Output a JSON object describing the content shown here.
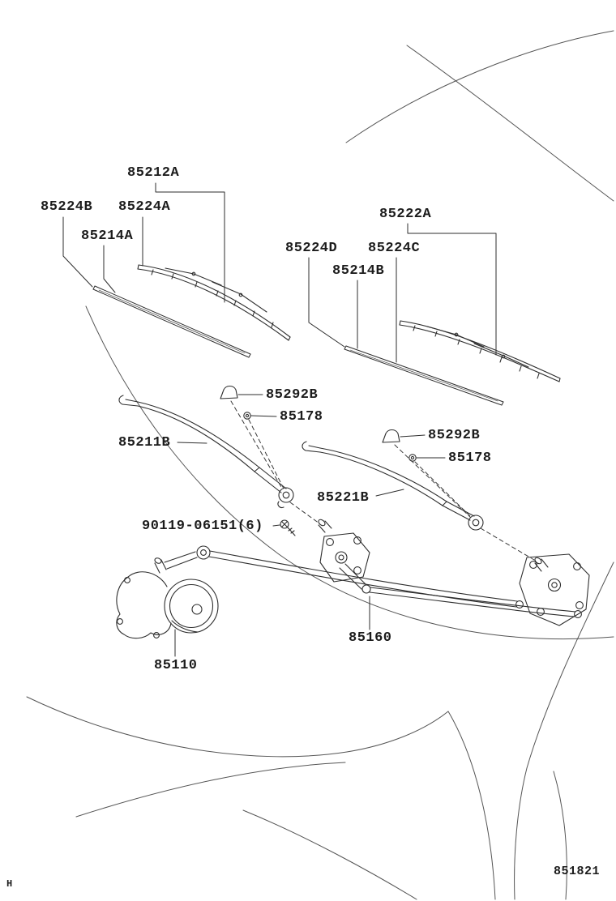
{
  "page": {
    "sheet_letter": "H",
    "figure_number": "851821",
    "background_color": "#ffffff",
    "line_color": "#2e2e2e"
  },
  "parts": {
    "blade_assy_left": "85212A",
    "blade_clip_left_b": "85224B",
    "blade_clip_left_a": "85224A",
    "blade_insert_left": "85214A",
    "blade_assy_right": "85222A",
    "blade_clip_right_d": "85224D",
    "blade_clip_right_c": "85224C",
    "blade_insert_right": "85214B",
    "pivot_cap_left": "85292B",
    "arm_screw_left": "85178",
    "wiper_arm_left": "85211B",
    "pivot_cap_right": "85292B",
    "arm_screw_right": "85178",
    "wiper_arm_right": "85221B",
    "mount_bolt": "90119-06151(6)",
    "wiper_link": "85160",
    "wiper_motor": "85110"
  }
}
